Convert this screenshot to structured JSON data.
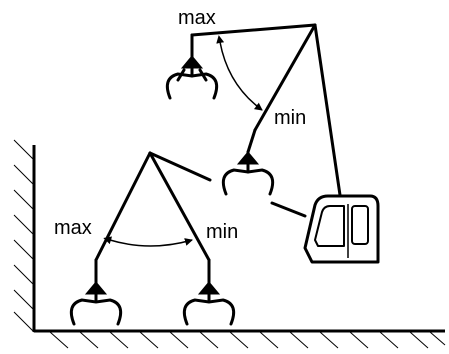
{
  "labels": {
    "top_max": "max",
    "top_min": "min",
    "lower_max": "max",
    "lower_min": "min"
  },
  "colors": {
    "ink": "#000000",
    "background": "#ffffff"
  }
}
